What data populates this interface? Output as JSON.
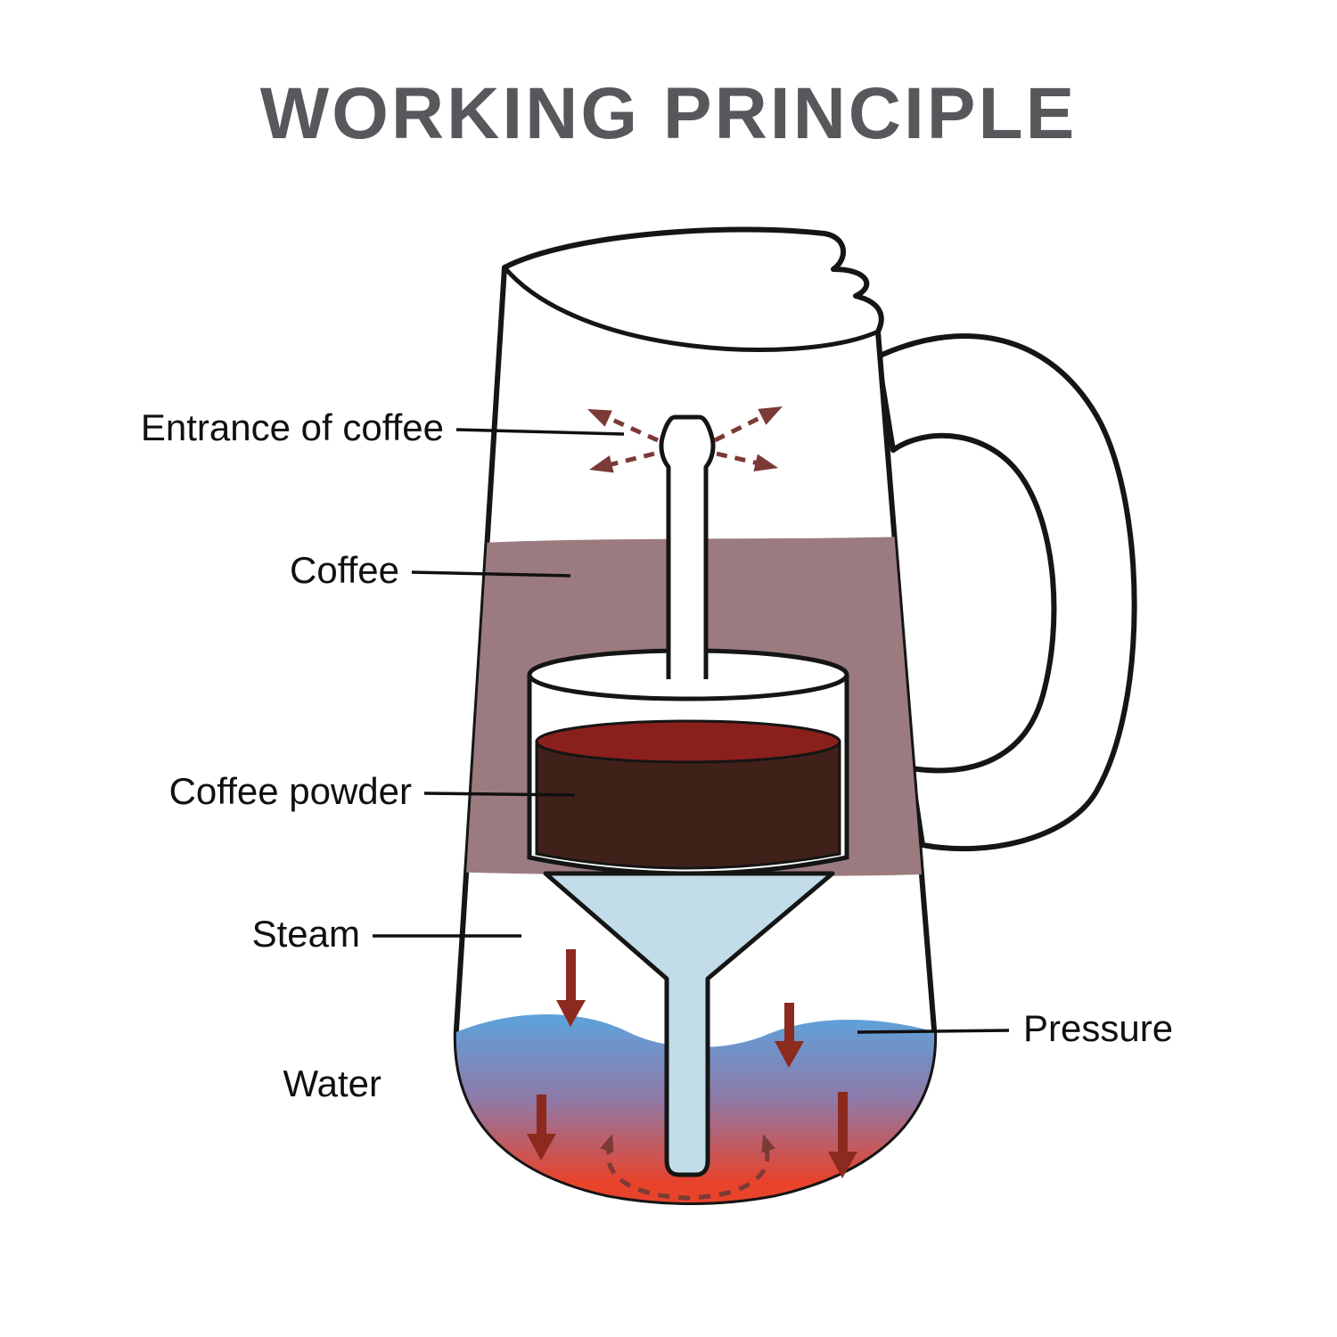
{
  "title": "WORKING PRINCIPLE",
  "diagram": {
    "labels": {
      "entrance_of_coffee": "Entrance of coffee",
      "coffee": "Coffee",
      "coffee_powder": "Coffee powder",
      "steam": "Steam",
      "water": "Water",
      "pressure": "Pressure"
    }
  },
  "colors": {
    "background": "#ffffff",
    "title_text": "#57585b",
    "label_text": "#101010",
    "outline": "#151515",
    "coffee_liquid": "#9b7b7f",
    "coffee_powder_top": "#8a201b",
    "coffee_powder_body": "#402119",
    "funnel": "#c3dcea",
    "water_top": "#58a6e1",
    "water_mid": "#8f7aa8",
    "water_bottom": "#e8432b",
    "spray_arrow": "#7b3a36",
    "down_arrow": "#8c2a20"
  }
}
